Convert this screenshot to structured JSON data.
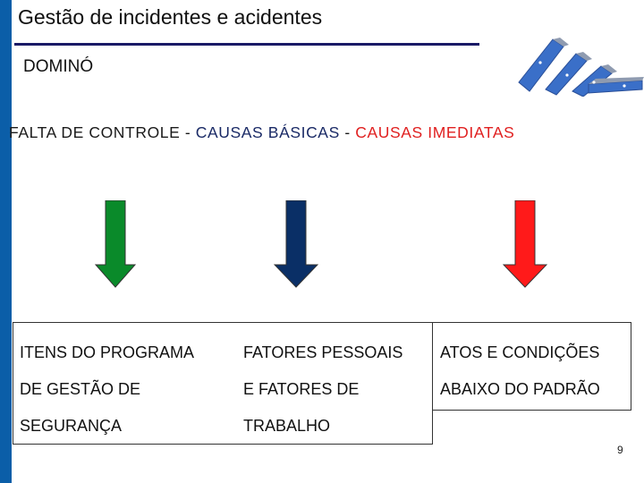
{
  "slide": {
    "title": "Gestão de incidentes e acidentes",
    "subtitle": "DOMINÓ",
    "page_number": "9"
  },
  "chain": {
    "item1": "FALTA DE CONTROLE",
    "separator": " - ",
    "item2": "CAUSAS BÁSICAS",
    "item3": "CAUSAS IMEDIATAS"
  },
  "arrows": [
    {
      "color": "#0a8a2a"
    },
    {
      "color": "#0a2f66"
    },
    {
      "color": "#ff1a1a"
    }
  ],
  "columns": [
    {
      "lines": [
        "ITENS DO PROGRAMA",
        "DE GESTÃO DE",
        "SEGURANÇA"
      ]
    },
    {
      "lines": [
        "FATORES PESSOAIS",
        "E FATORES DE",
        "TRABALHO"
      ]
    },
    {
      "lines": [
        "ATOS E CONDIÇÕES",
        "ABAIXO DO PADRÃO"
      ]
    }
  ],
  "colors": {
    "accent_bar": "#0b5ea8",
    "domino_blue": "#3a6fc8",
    "domino_gray": "#8f9bb0"
  }
}
